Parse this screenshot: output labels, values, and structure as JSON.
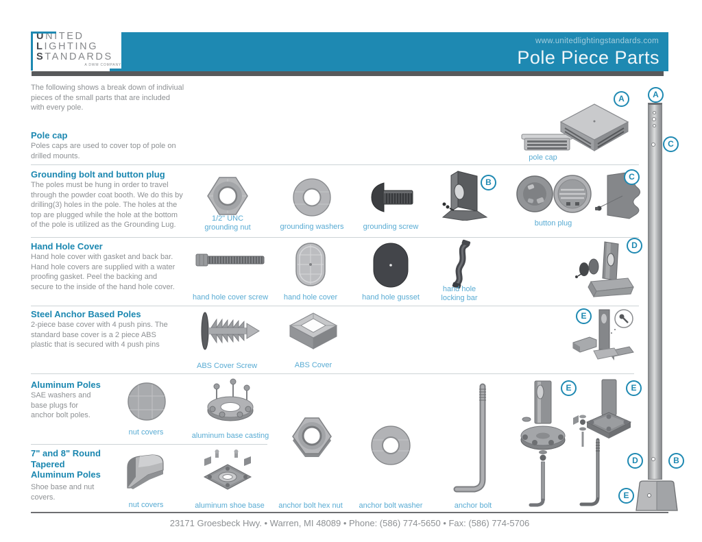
{
  "colors": {
    "teal": "#1e89b2",
    "heading_teal": "#1b87b0",
    "label_blue": "#58abd3",
    "body_gray": "#8d9093",
    "bar_gray": "#58595b"
  },
  "header": {
    "logo": {
      "line1": "United",
      "line2": "Lighting",
      "line3": "Standards",
      "tagline": "A DWM Company"
    },
    "website": "www.unitedlightingstandards.com",
    "title": "Pole Piece Parts"
  },
  "intro": "The following shows a break down of indiviual\npieces of the small parts that are included\nwith every pole.",
  "sections": [
    {
      "heading": "Pole cap",
      "body": "Poles caps are used to cover top of pole on\ndrilled mounts."
    },
    {
      "heading": "Grounding bolt and button plug",
      "body": "The poles must be hung in order to travel\nthrough the powder coat booth. We do this by\ndrilling(3) holes in the pole. The holes at the\ntop are plugged while the hole at the bottom\nof the pole is utilized as the Grounding Lug."
    },
    {
      "heading": "Hand Hole Cover",
      "body": "Hand hole cover with gasket and back bar.\nHand hole covers are supplied with a water\nproofing gasket. Peel the backing and\nsecure to the inside of the hand hole cover."
    },
    {
      "heading": "Steel Anchor Based Poles",
      "body": "2-piece base cover with 4 push pins. The\nstandard base cover is a 2 piece ABS\nplastic that is secured with 4 push pins"
    },
    {
      "heading": "Aluminum Poles",
      "body": "SAE washers and\nbase plugs for\nanchor bolt poles."
    },
    {
      "heading": "7\" and 8\" Round\nTapered\nAluminum Poles",
      "body": "Shoe base and nut\ncovers."
    }
  ],
  "labels": {
    "pole_cap": "pole cap",
    "grounding_nut": "1/2\" UNC\ngrounding nut",
    "grounding_washers": "grounding washers",
    "grounding_screw": "grounding screw",
    "button_plug": "button plug",
    "hand_hole_cover_screw": "hand hole cover screw",
    "hand_hole_cover": "hand hole cover",
    "hand_hole_gusset": "hand hole gusset",
    "hand_hole_locking_bar": "hand hole\nlocking bar",
    "abs_cover_screw": "ABS Cover Screw",
    "abs_cover": "ABS Cover",
    "nut_covers_aluminum": "nut covers",
    "aluminum_base_casting": "aluminum base casting",
    "nut_covers_tapered": "nut covers",
    "aluminum_shoe_base": "aluminum shoe base",
    "anchor_bolt_hex_nut": "anchor bolt hex nut",
    "anchor_bolt_washer": "anchor bolt washer",
    "anchor_bolt": "anchor bolt"
  },
  "badges": {
    "A": "A",
    "B": "B",
    "C": "C",
    "D": "D",
    "E": "E"
  },
  "footer": {
    "address": "23171 Groesbeck Hwy. • Warren, MI 48089 •  Phone: (586) 774-5650 • Fax: (586) 774-5706"
  }
}
